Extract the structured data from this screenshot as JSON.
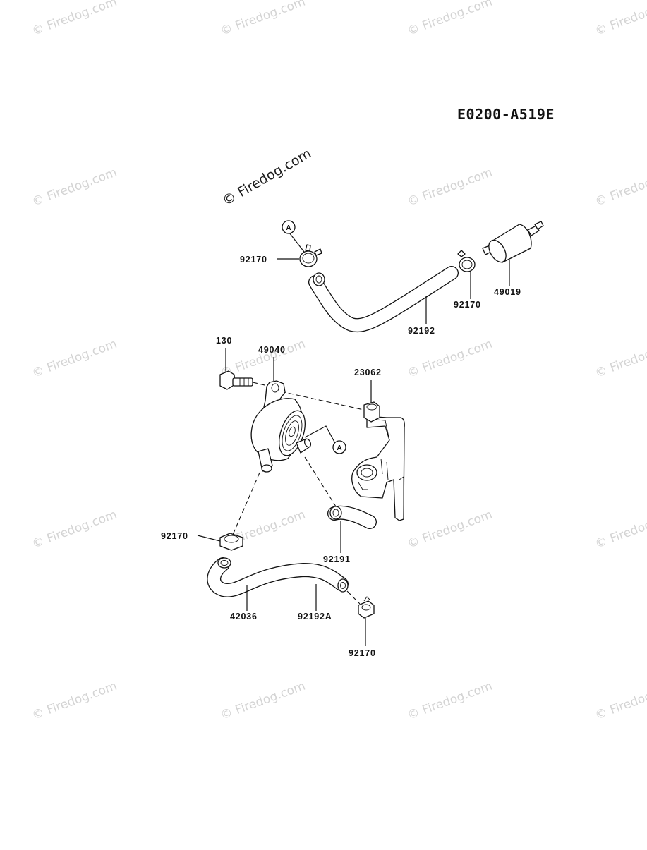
{
  "diagram_code": "E0200-A519E",
  "watermark": {
    "text": "© Firedog.com",
    "prominent_text": "© Firedog.com"
  },
  "callout_letter": "A",
  "parts": {
    "clamp_upper_left": "92170",
    "clamp_upper_right": "92170",
    "hose_upper": "92192",
    "fuel_filter": "49019",
    "bolt": "130",
    "fuel_pump": "49040",
    "grommet": "23062",
    "hose_short": "92191",
    "clamp_lower_left": "92170",
    "hose_lower": "42036",
    "hose_lower_a": "92192A",
    "clamp_lower_right": "92170"
  },
  "colors": {
    "line": "#111111",
    "watermark": "#d4d4d4"
  }
}
